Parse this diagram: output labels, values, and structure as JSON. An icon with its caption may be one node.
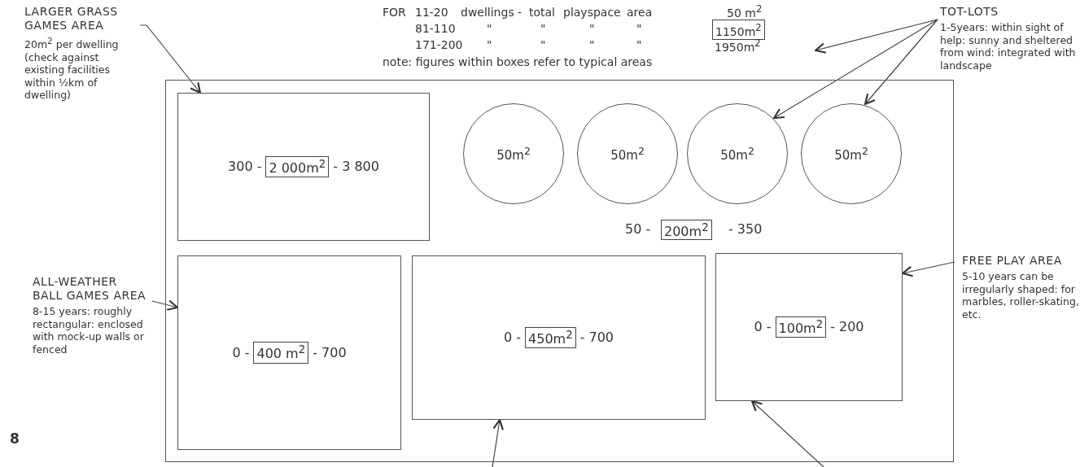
{
  "diagram": {
    "nodes": [
      {
        "text": [
          "LARGER GRASS GAMES AREA",
          "20m$^{2}$ per dwelling (check against existing facilities within ½km of dwelling)"
        ]
      },
      {
        "text": [
          "TOT-LOTS",
          "1-5years: within sight of help: sunny and sheltered from wind: integrated with landscape"
        ]
      },
      {
        "text": [],
        "shape": "box"
      },
      {
        "text": [
          "300 -",
          "2 000m$^{2}$",
          "- 3 800"
        ],
        "in": 2
      },
      {
        "text": [
          "50m$^{2}$"
        ],
        "in": 2
      },
      {
        "text": [
          "50m$^{2}$"
        ],
        "in": 2
      },
      {
        "text": [
          "50m$^{2}$"
        ],
        "in": 2
      },
      {
        "text": [
          "50m$^{2}$"
        ],
        "in": 2
      },
      {
        "text": [
          "ALL-WEATHER BALL GAMES AREA",
          "8-15 years: roughly rectangular: enclosed with mock-up walls or fenced"
        ]
      },
      {
        "text": [
          "0 -",
          "400 m$^{2}$",
          "- 700"
        ],
        "in": 2
      },
      {
        "text": [
          "0 -",
          "450m$^{2}$",
          "- 700"
        ],
        "in": 2
      },
      {
        "text": [
          "0 -",
          "100m$^{2}$",
          "- 200"
        ],
        "in": 2
      },
      {
        "text": [
          "FREE PLAY AREA",
          "5-10 years can be irregularly shaped: for marbles, roller-skating, etc."
        ]
      }
    ],
    "edges": [
      {
        "from": 0,
        "to": 3,
        "arrow": "to"
      },
      {
        "from": 1,
        "to": null,
        "arrow": "to"
      },
      {
        "from": 1,
        "to": 6,
        "arrow": "to"
      },
      {
        "from": 1,
        "to": 7,
        "arrow": "to"
      },
      {
        "from": 8,
        "to": 9,
        "arrow": "to"
      },
      {
        "from": null,
        "to": 10,
        "arrow": "to"
      },
      {
        "from": 12,
        "to": 11,
        "arrow": "to"
      },
      {
        "from": null,
        "to": 11,
        "arrow": "to"
      }
    ],
    "labels": [
      "FOR",
      "11-20",
      "dwellings -",
      "total",
      "playspace",
      "area",
      "50 m$^{2}$",
      "81-110",
      "\"",
      "\"",
      "\"",
      "\"",
      "1150m$^{2}$",
      "171-200",
      "\"",
      "\"",
      "\"",
      "\"",
      "1950m$^{2}$",
      "note: figures within boxes refer to typical areas",
      "50 -",
      "200m$^{2}$",
      "- 350",
      "8"
    ]
  }
}
